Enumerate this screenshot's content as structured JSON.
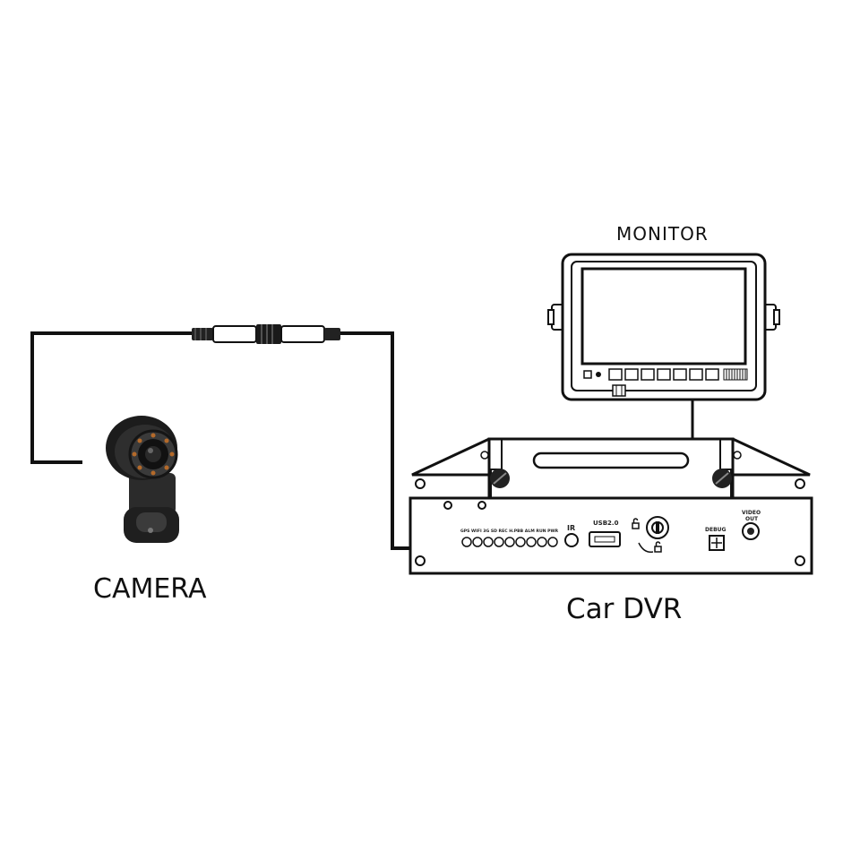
{
  "labels": {
    "monitor": "MONITOR",
    "camera": "CAMERA",
    "dvr": "Car DVR"
  },
  "dvr_panel": {
    "led_labels": "GPS WIFI 3G SD REC H.PBB ALM RUN PWR",
    "ir": "IR",
    "usb": "USB2.0",
    "debug": "DEBUG",
    "video_out_line1": "VIDEO",
    "video_out_line2": "OUT"
  },
  "colors": {
    "line": "#111111",
    "device_dark": "#1c1c1c",
    "device_mid": "#3a3a3a",
    "camera_ir_led": "#b46a2a",
    "background": "#ffffff"
  }
}
